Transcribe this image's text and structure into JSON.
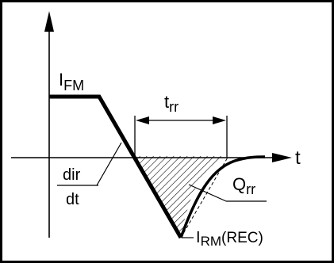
{
  "labels": {
    "ifm_main": "I",
    "ifm_sub": "FM",
    "trr_main": "t",
    "trr_sub": "rr",
    "t_axis": "t",
    "dir": "dir",
    "dt": "dt",
    "qrr_main": "Q",
    "qrr_sub": "rr",
    "irm_main": "I",
    "irm_sub": "RM",
    "irm_suffix": "(REC)"
  },
  "colors": {
    "ink": "#000000",
    "background": "#ffffff"
  }
}
